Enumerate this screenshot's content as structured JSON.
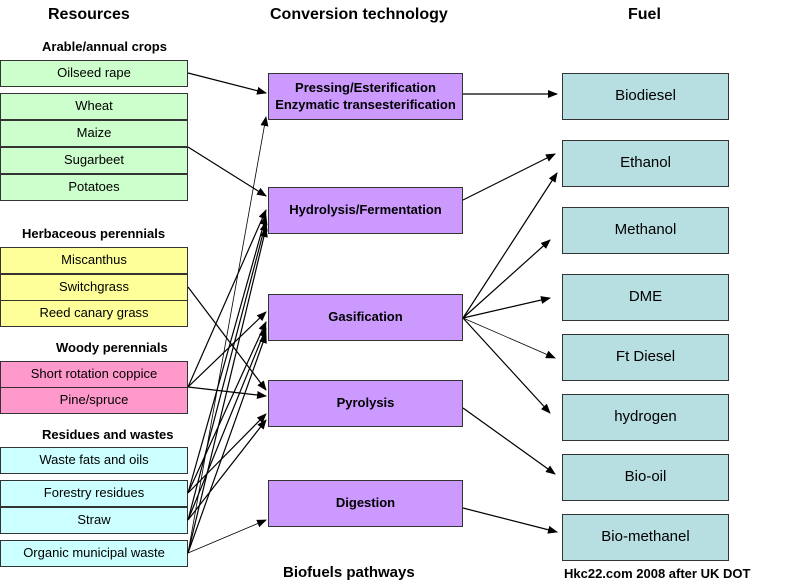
{
  "headers": {
    "resources": "Resources",
    "conversion": "Conversion technology",
    "fuel": "Fuel"
  },
  "groups": {
    "arable": "Arable/annual crops",
    "herbaceous": "Herbaceous perennials",
    "woody": "Woody perennials",
    "residues": "Residues and wastes"
  },
  "resources": [
    "Oilseed rape",
    "Wheat",
    "Maize",
    "Sugarbeet",
    "Potatoes",
    "Miscanthus",
    "Switchgrass",
    "Reed canary grass",
    "Short rotation coppice",
    "Pine/spruce",
    "Waste fats and oils",
    "Forestry residues",
    "Straw",
    "Organic municipal waste"
  ],
  "technologies": [
    "Pressing/Esterification",
    "Enzymatic transesterification",
    "Hydrolysis/Fermentation",
    "Gasification",
    "Pyrolysis",
    "Digestion"
  ],
  "fuels": [
    "Biodiesel",
    "Ethanol",
    "Methanol",
    "DME",
    "Ft Diesel",
    "hydrogen",
    "Bio-oil",
    "Bio-methanel"
  ],
  "footer": {
    "title": "Biofuels pathways",
    "credit": "Hkc22.com 2008 after UK DOT"
  },
  "colors": {
    "arable": "#ccffcc",
    "herbaceous": "#ffff99",
    "woody": "#ff99cc",
    "residues": "#ccffff",
    "technology": "#cc99ff",
    "fuel": "#b7dee0"
  }
}
